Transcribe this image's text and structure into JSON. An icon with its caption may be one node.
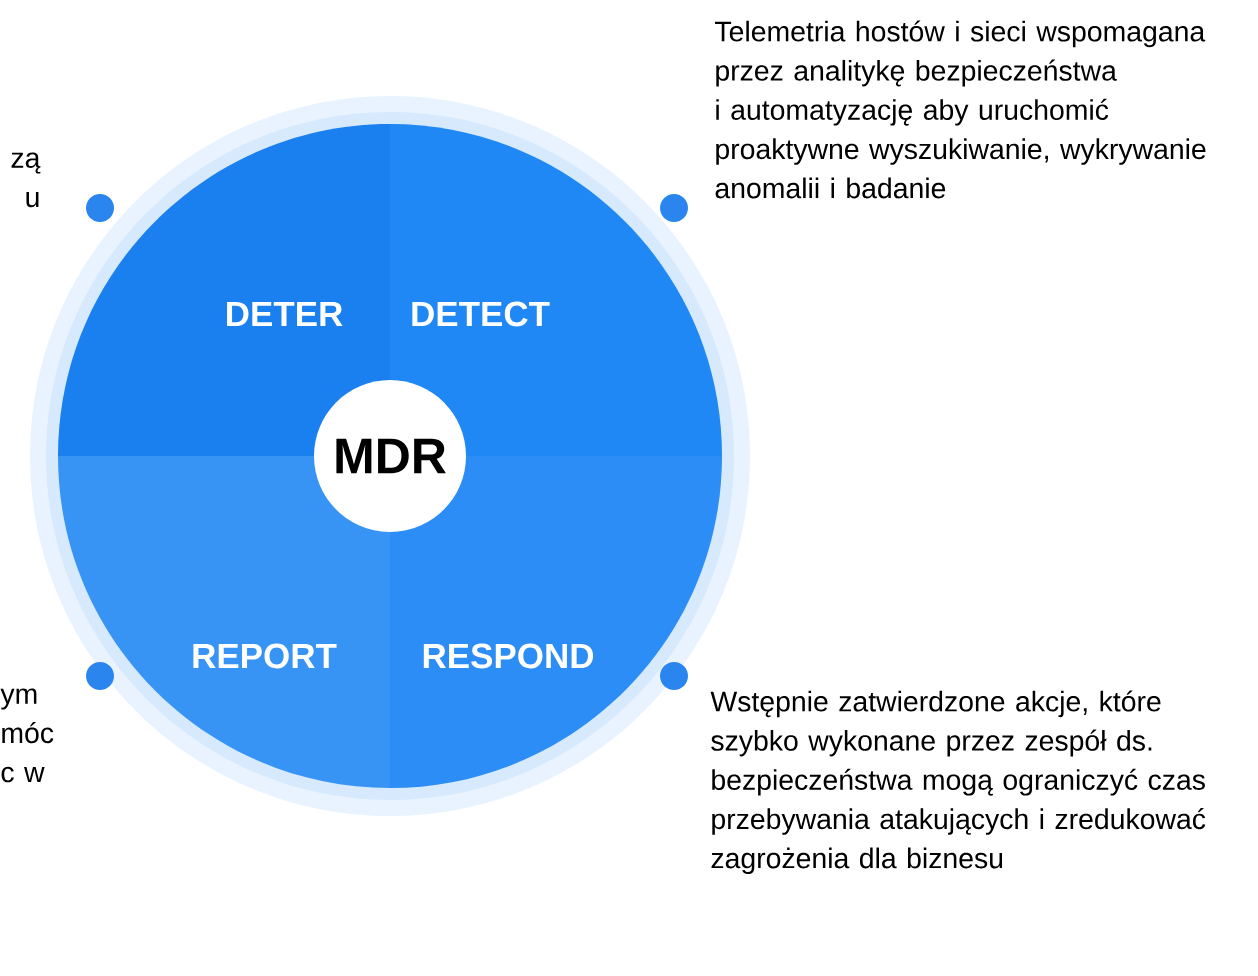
{
  "diagram": {
    "nodes": [
      {
        "text": [
          "DETER"
        ]
      },
      {
        "text": [
          "DETECT"
        ]
      },
      {
        "text": [
          "REPORT"
        ]
      },
      {
        "text": [
          "RESPOND"
        ]
      },
      {
        "text": [
          "MDR"
        ]
      }
    ],
    "labels": [
      "zą u",
      "Telemetria hostów i sieci wspomagana przez analitykę bezpieczeństwa i automatyzację aby uruchomić proaktywne wyszukiwanie, wykrywanie anomalii i badanie",
      "ym móc c w",
      "Wstępnie zatwierdzone akcje, które szybko wykonane przez zespół ds. bezpieczeństwa mogą ograniczyć czas przebywania atakujących i zredukować zagrożenia dla biznesu"
    ]
  }
}
